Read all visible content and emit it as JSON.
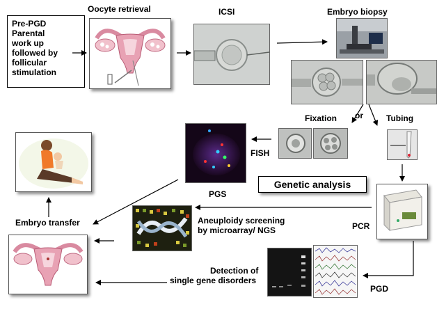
{
  "diagram": {
    "pre_pgd": "Pre-PGD\nParental\nwork up\nfollowed by\nfollicular\nstimulation",
    "oocyte_retrieval": "Oocyte retrieval",
    "icsi": "ICSI",
    "embryo_biopsy": "Embryo biopsy",
    "fixation": "Fixation",
    "or": "or",
    "tubing": "Tubing",
    "fish": "FISH",
    "pgs": "PGS",
    "genetic_analysis": "Genetic  analysis",
    "embryo_transfer": "Embryo transfer",
    "aneuploidy_line1": "Aneuploidy screening",
    "aneuploidy_line2": "by microarray/ NGS",
    "pcr": "PCR",
    "detection_line1": "Detection of",
    "detection_line2": "single gene disorders",
    "pgd": "PGD"
  },
  "colors": {
    "arrow": "#000000",
    "uterus": "#e8a2b4",
    "fish_bg": "#1a0820",
    "microarray_bg": "#2a2a1a",
    "gel_bg": "#1a1a1a"
  }
}
